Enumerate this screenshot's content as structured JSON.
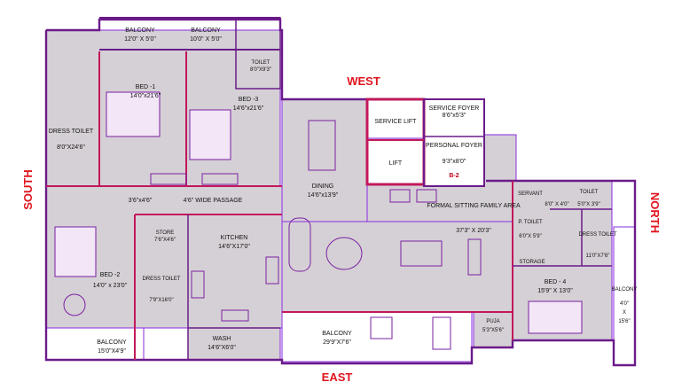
{
  "directions": {
    "west": "WEST",
    "east": "EAST",
    "south": "SOUTH",
    "north": "NORTH"
  },
  "unit_tag": "B-2",
  "colors": {
    "wall": "#6a1b8a",
    "accent_wall": "#c2185b",
    "room_fill": "#d5d0d5",
    "balcony_fill": "#ffffff",
    "direction_text": "#e0141e"
  },
  "rooms": {
    "balcony_top1": {
      "name": "BALCONY",
      "size": "12'0\" X 5'0\""
    },
    "balcony_top2": {
      "name": "BALCONY",
      "size": "10'0\" X 5'0\""
    },
    "toilet_top": {
      "name": "TOILET",
      "size": "8'0\"X9'3\""
    },
    "bed1": {
      "name": "BED -1",
      "size": "14'0\"x21'6\""
    },
    "bed3": {
      "name": "BED -3",
      "size": "14'6\"x21'6\""
    },
    "dress_toilet1": {
      "name": "DRESS TOILET",
      "size": "8'0\"X24'6\""
    },
    "dining": {
      "name": "DINING",
      "size": "14'6\"x13'9\""
    },
    "service_lift": {
      "name": "SERVICE LIFT"
    },
    "lift": {
      "name": "LIFT"
    },
    "service_foyer": {
      "name": "SERVICE FOYER",
      "size": "8'6\"x5'3\""
    },
    "personal_foyer": {
      "name": "PERSONAL FOYER",
      "size": "9'3\"x8'0\""
    },
    "passage": {
      "name": "4'6\" WIDE PASSAGE"
    },
    "passage_left": {
      "name": "3'6\"x4'6\""
    },
    "formal_sitting": {
      "name": "FORMAL SITTING FAMILY AREA",
      "size": "37'3\" X 20'3\""
    },
    "servant": {
      "name": "SERVANT",
      "size": "8'0\" X 4'0\""
    },
    "toilet_right": {
      "name": "TOILET",
      "size": "5'0\"X 3'9\""
    },
    "p_toilet": {
      "name": "P. TOILET",
      "size": "6'0\"X 5'9\""
    },
    "dress_toilet4": {
      "name": "DRESS TOILET",
      "size": "11'0\"X7'6\""
    },
    "storage": {
      "name": "STORAGE"
    },
    "store": {
      "name": "STORE",
      "size": "7'6\"X4'6\""
    },
    "kitchen": {
      "name": "KITCHEN",
      "size": "14'6\"X17'0\""
    },
    "bed2": {
      "name": "BED -2",
      "size": "14'0\" x 23'0\""
    },
    "dress_toilet2": {
      "name": "DRESS TOILET",
      "size": "7'9\"X16'0\""
    },
    "bed4": {
      "name": "BED - 4",
      "size": "15'9\" X 13'0\""
    },
    "balcony_right": {
      "name": "BALCONY",
      "size_w": "4'0\"",
      "x": "X",
      "size_h": "15'6\""
    },
    "puja": {
      "name": "PUJA",
      "size": "5'3\"X5'6\""
    },
    "balcony_bottom": {
      "name": "BALCONY",
      "size": "29'9\"X7'6\""
    },
    "wash": {
      "name": "WASH",
      "size": "14'6\"X6'0\""
    },
    "balcony_bottom_left": {
      "name": "BALCONY",
      "size": "15'0\"X4'9\""
    }
  }
}
